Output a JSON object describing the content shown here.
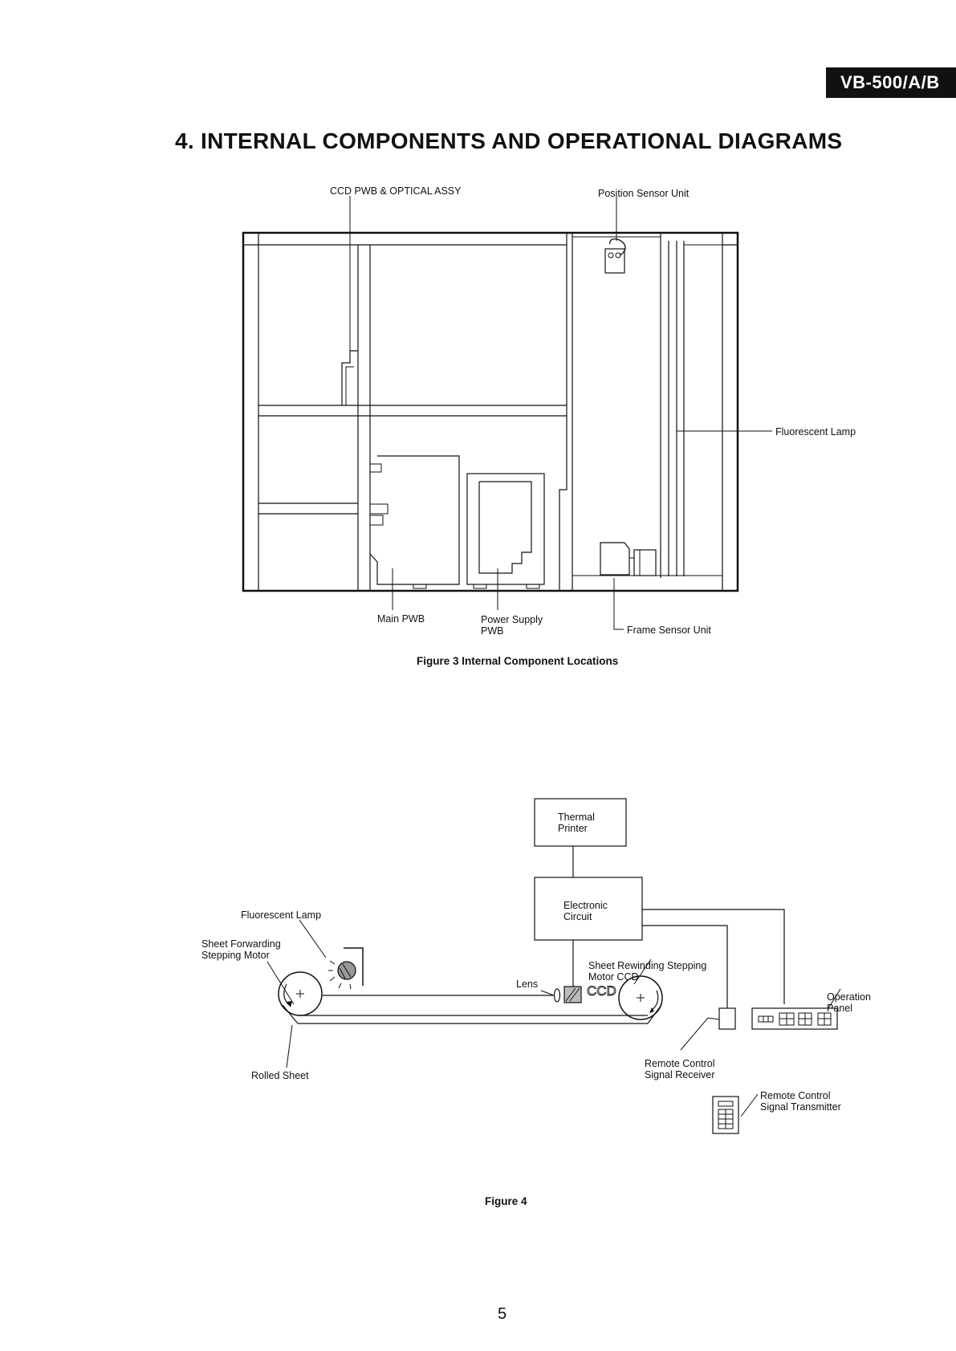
{
  "header": {
    "model_tag": "VB-500/A/B"
  },
  "section": {
    "heading": "4. INTERNAL COMPONENTS AND OPERATIONAL DIAGRAMS"
  },
  "figure3": {
    "labels": {
      "ccd": "CCD PWB & OPTICAL ASSY",
      "position_sensor": "Position Sensor Unit",
      "fluorescent_lamp": "Fluorescent Lamp",
      "main_pwb": "Main PWB",
      "power_supply_1": "Power Supply",
      "power_supply_2": "PWB",
      "frame_sensor": "Frame Sensor Unit"
    },
    "caption": "Figure 3  Internal Component Locations"
  },
  "figure4": {
    "labels": {
      "thermal_1": "Thermal",
      "thermal_2": "Printer",
      "electronic_1": "Electronic",
      "electronic_2": "Circuit",
      "fluorescent_lamp": "Fluorescent Lamp",
      "fwd_motor_1": "Sheet Forwarding",
      "fwd_motor_2": "Stepping Motor",
      "lens": "Lens",
      "rew_motor_1": "Sheet Rewinding Stepping",
      "rew_motor_2": "Motor CCD",
      "ccd": "CCD",
      "op_panel_1": "Operation",
      "op_panel_2": "Panel",
      "rolled_sheet": "Rolled Sheet",
      "rc_receiver_1": "Remote Control",
      "rc_receiver_2": "Signal Receiver",
      "rc_transmitter_1": "Remote Control",
      "rc_transmitter_2": "Signal Transmitter"
    },
    "caption": "Figure 4"
  },
  "footer": {
    "page_number": "5"
  }
}
